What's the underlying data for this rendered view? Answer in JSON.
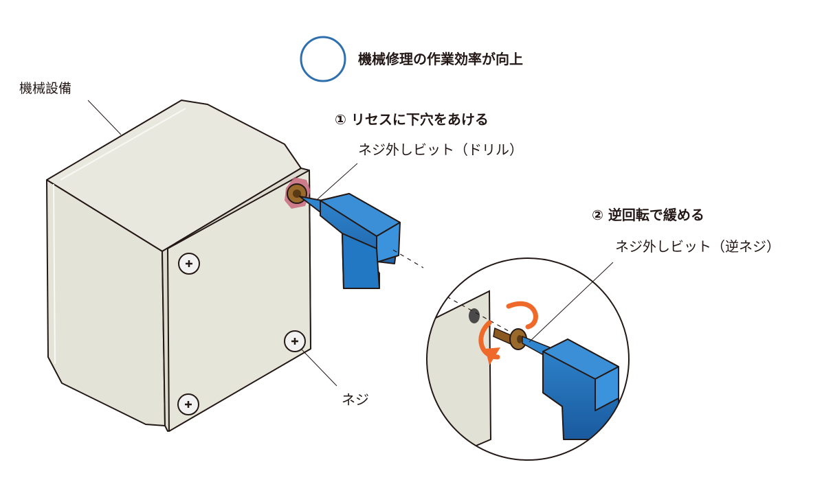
{
  "title": {
    "text": "機械修理の作業効率が向上",
    "mark": "circle-mark",
    "mark_color": "#2f6fae"
  },
  "labels": {
    "equipment": "機械設備",
    "screw": "ネジ"
  },
  "steps": [
    {
      "title": "① リセスに下穴をあける",
      "tool": "ネジ外しビット（ドリル）"
    },
    {
      "title": "② 逆回転で緩める",
      "tool": "ネジ外しビット（逆ネジ）"
    }
  ],
  "colors": {
    "box_body": "#e7e6da",
    "drill_blue": "#1f6db5",
    "screw_brown": "#9a6a2c",
    "recess_highlight": "#c86a7c",
    "rotation_arrow": "#ef6a2a"
  }
}
